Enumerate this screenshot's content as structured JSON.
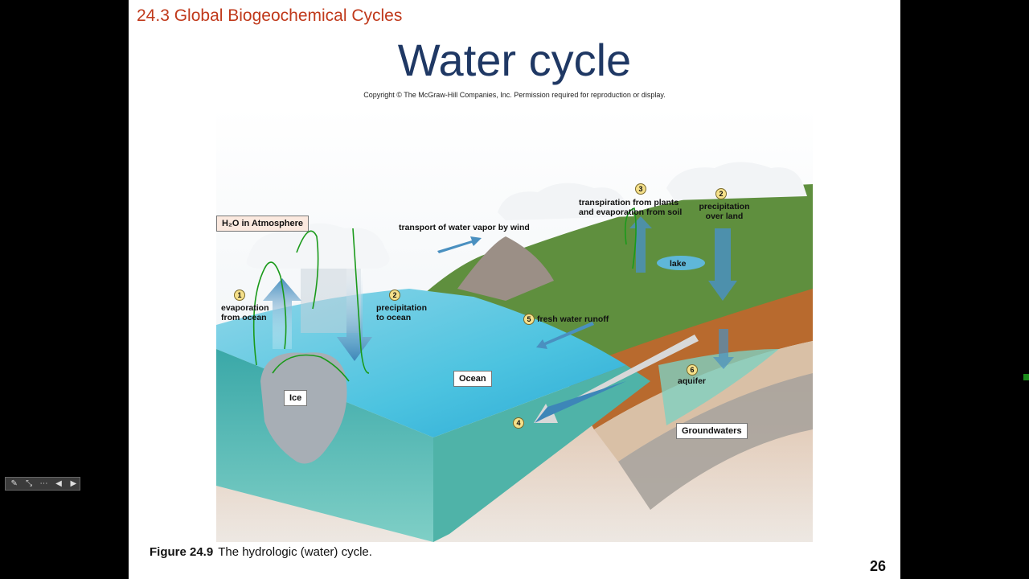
{
  "slide": {
    "section_title": "24.3 Global Biogeochemical Cycles",
    "title": "Water cycle",
    "copyright": "Copyright © The McGraw-Hill Companies, Inc. Permission required for reproduction or display.",
    "caption_label": "Figure 24.9",
    "caption_text": "The hydrologic (water) cycle.",
    "page_number": "26"
  },
  "figure": {
    "atmosphere_label": "H₂O in Atmosphere",
    "wind_label": "transport of water vapor by wind",
    "transpiration_label": "transpiration from plants and evaporation from soil",
    "precip_land_label": "precipitation over land",
    "lake_label": "lake",
    "evaporation_label": "evaporation from ocean",
    "precip_ocean_label": "precipitation to ocean",
    "runoff_label": "fresh water runoff",
    "ocean_label": "Ocean",
    "ice_label": "Ice",
    "aquifer_label": "aquifer",
    "groundwaters_label": "Groundwaters",
    "step_1": "1",
    "step_2a": "2",
    "step_2b": "2",
    "step_3": "3",
    "step_4": "4",
    "step_5": "5",
    "step_6": "6"
  },
  "toolbar": {
    "icons": [
      "pen-icon",
      "pointer-icon",
      "menu-dots-icon",
      "prev-arrow-icon",
      "next-arrow-icon"
    ]
  },
  "colors": {
    "section_title": "#c0391b",
    "title": "#1f3864",
    "annotation_ink": "#1a9a1a",
    "water_arrow": "#4a90c0"
  }
}
